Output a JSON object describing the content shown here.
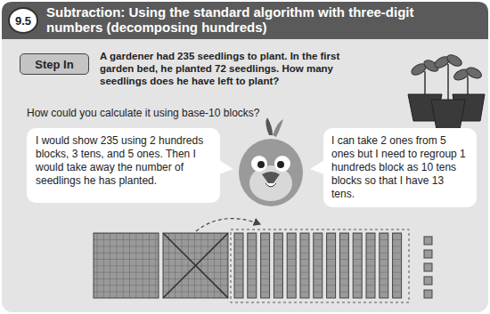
{
  "diagram": {
    "title": "Subtraction: Using the standard algorithm with three-digit numbers (decomposing hundreds)",
    "nodes": [
      {
        "text": [
          "9.5"
        ]
      },
      {
        "text": [
          "Step In"
        ]
      },
      {
        "text": [
          "I would show 235 using 2 hundreds blocks, 3 tens, and 5 ones. Then I would take away the number of seedlings he has planted."
        ]
      },
      {
        "text": [
          "I can take 2 ones from 5 ones but I need to regroup 1 hundreds block as 10 tens blocks so that I have 13 tens."
        ]
      }
    ],
    "labels": [
      "A gardener had 235 seedlings to plant. In the first garden bed, he planted 72 seedlings. How many seedlings does he have left to plant?",
      "How could you calculate it using base-10 blocks?"
    ]
  }
}
